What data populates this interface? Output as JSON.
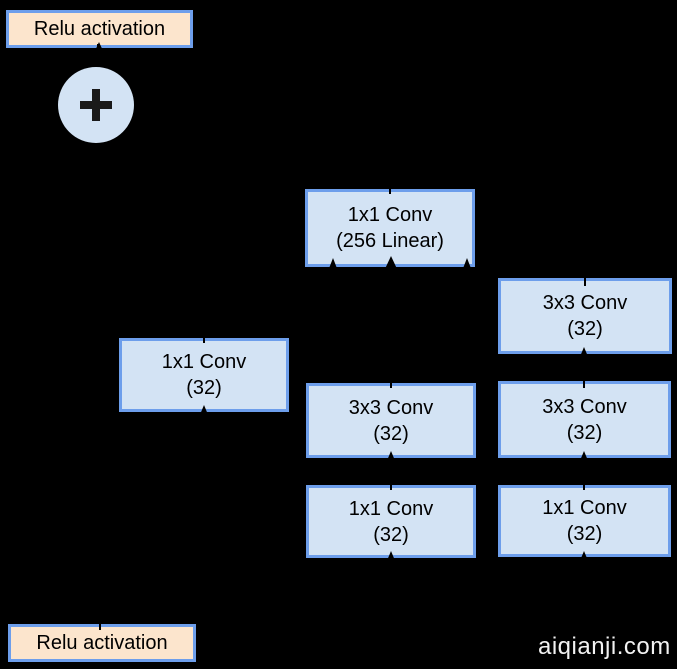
{
  "diagram": {
    "type": "neural-network-block-diagram",
    "colors": {
      "conv_fill": "#d3e3f4",
      "conv_border": "#6d9eeb",
      "relu_fill": "#fce5cd",
      "relu_border": "#6d9eeb",
      "ink": "#000000",
      "watermark": "#f2f2f2"
    },
    "nodes": {
      "relu_top": {
        "label": "Relu activation"
      },
      "add": {
        "symbol": "+"
      },
      "conv_256": {
        "line1": "1x1 Conv",
        "line2": "(256 Linear)"
      },
      "conv_right_a": {
        "line1": "3x3 Conv",
        "line2": "(32)"
      },
      "conv_left": {
        "line1": "1x1 Conv",
        "line2": "(32)"
      },
      "conv_mid_a": {
        "line1": "3x3 Conv",
        "line2": "(32)"
      },
      "conv_right_b": {
        "line1": "3x3 Conv",
        "line2": "(32)"
      },
      "conv_mid_b": {
        "line1": "1x1 Conv",
        "line2": "(32)"
      },
      "conv_right_c": {
        "line1": "1x1 Conv",
        "line2": "(32)"
      },
      "relu_bottom": {
        "label": "Relu activation"
      }
    },
    "watermark": "aiqianji.com"
  }
}
